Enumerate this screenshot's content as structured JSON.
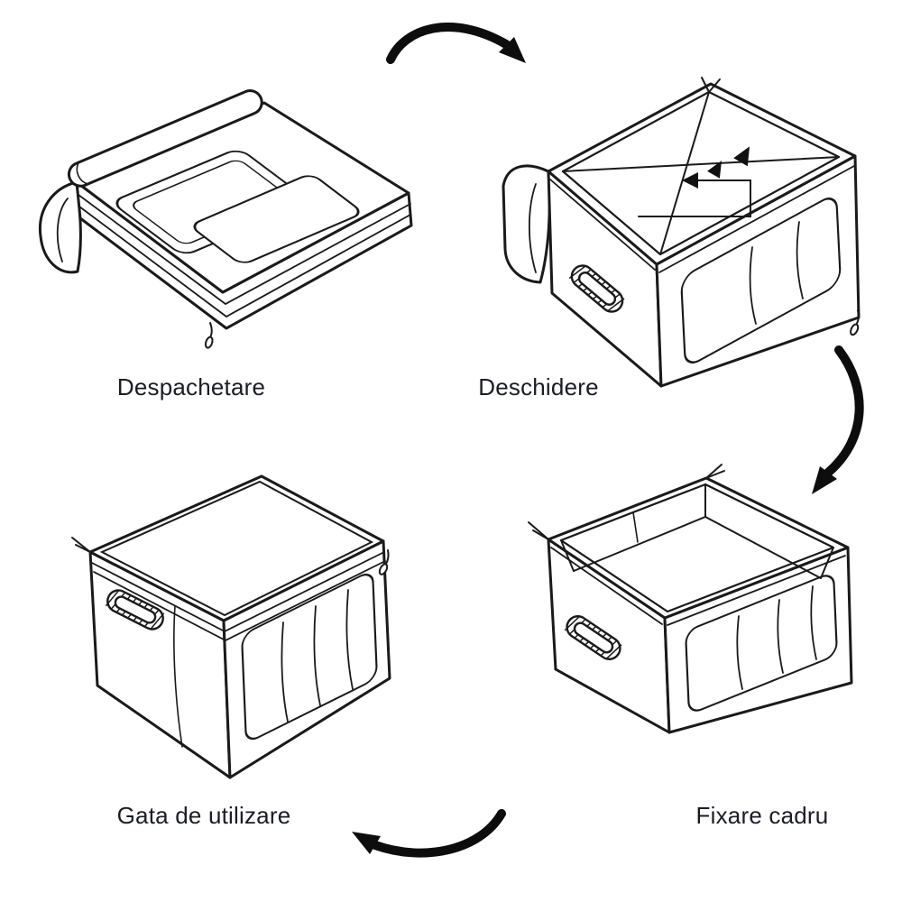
{
  "page": {
    "background": "#ffffff"
  },
  "diagram": {
    "steps": [
      {
        "id": 1,
        "label": "Despachetare",
        "illustration": "folded-flat-box"
      },
      {
        "id": 2,
        "label": "Deschidere",
        "illustration": "box-opening-with-frame-arrows"
      },
      {
        "id": 3,
        "label": "Fixare cadru",
        "illustration": "open-box-frame-fixed"
      },
      {
        "id": 4,
        "label": "Gata de utilizare",
        "illustration": "closed-box-ready"
      }
    ],
    "arrows": [
      {
        "from": 1,
        "to": 2,
        "position": "top-center"
      },
      {
        "from": 2,
        "to": 3,
        "position": "right-middle"
      },
      {
        "from": 3,
        "to": 4,
        "position": "bottom-center"
      }
    ],
    "colors": {
      "line": "#1a1a1a",
      "arrow": "#0d0d0d",
      "text": "#1a1d24",
      "background": "#ffffff"
    }
  }
}
